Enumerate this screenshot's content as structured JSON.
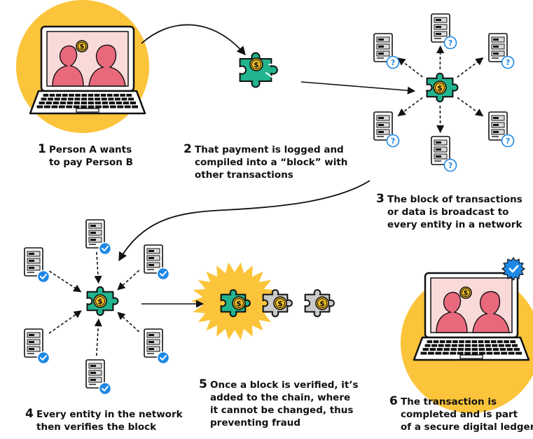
{
  "colors": {
    "yellow": "#FBC43A",
    "teal": "#22B48E",
    "coin": "#F4C026",
    "gray_piece": "#C9C9C9",
    "person": "#E8697C",
    "screen": "#FAD9D9",
    "check_blue": "#1E88E5",
    "ink": "#111111"
  },
  "icons": {
    "laptop": "laptop-icon",
    "puzzle": "puzzle-piece-icon",
    "coin": "dollar-coin-icon",
    "server": "server-icon",
    "question_badge": "question-badge-icon",
    "check_badge": "check-badge-icon",
    "verified_badge": "verified-badge-icon"
  },
  "coin_symbol": "$",
  "question_symbol": "?",
  "steps": [
    {
      "number": "1",
      "lines": [
        "Person A wants",
        "to pay Person B"
      ]
    },
    {
      "number": "2",
      "lines": [
        "That payment is logged and",
        "compiled into a “block” with",
        "other transactions"
      ]
    },
    {
      "number": "3",
      "lines": [
        "The block of transactions",
        "or data is broadcast to",
        "every entity in a network"
      ]
    },
    {
      "number": "4",
      "lines": [
        "Every entity in the network",
        "then verifies the block"
      ]
    },
    {
      "number": "5",
      "lines": [
        "Once a block is verified, it’s",
        "added to the chain, where",
        "it cannot be changed, thus",
        "preventing fraud"
      ]
    },
    {
      "number": "6",
      "lines": [
        "The transaction is",
        "completed and is part",
        "of a secure digital ledger"
      ]
    }
  ]
}
